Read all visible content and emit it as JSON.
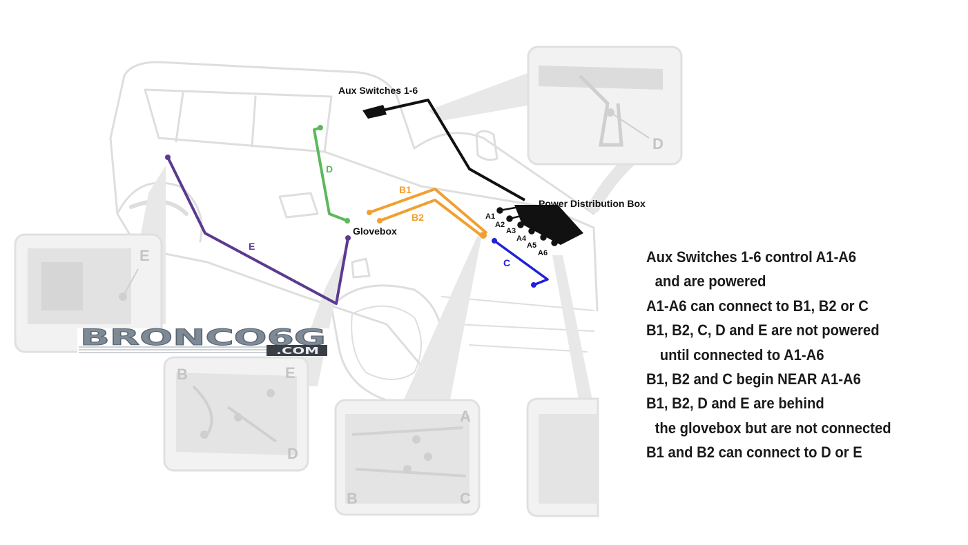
{
  "labels": {
    "aux_switches": "Aux Switches 1-6",
    "power_distribution_box": "Power Distribution Box",
    "glovebox": "Glovebox",
    "wire_d": "D",
    "wire_e": "E",
    "wire_b1": "B1",
    "wire_b2": "B2",
    "wire_c": "C",
    "a_terminals": [
      "A1",
      "A2",
      "A3",
      "A4",
      "A5",
      "A6"
    ]
  },
  "inset_labels": {
    "top_right": "D",
    "left": "E",
    "bottom_left": [
      "B",
      "E",
      "D"
    ],
    "bottom_center": [
      "A",
      "B",
      "C"
    ]
  },
  "logo": {
    "main": "BRONCO6G",
    "sub": ".COM"
  },
  "notes": [
    "Aux Switches 1-6 control A1-A6",
    "and are powered",
    "A1-A6 can connect to B1, B2 or C",
    "B1, B2, C, D and E are not powered",
    "until connected to A1-A6",
    "B1, B2 and C begin NEAR A1-A6",
    "B1, B2, D and E are behind",
    "the glovebox but are not connected",
    "B1 and B2 can connect to D or E"
  ],
  "colors": {
    "wire_black": "#111111",
    "wire_green": "#5cb85c",
    "wire_purple": "#5b3a8f",
    "wire_orange": "#f0a030",
    "wire_blue": "#2020d8",
    "faded_illustration": "#d6d6d6"
  }
}
